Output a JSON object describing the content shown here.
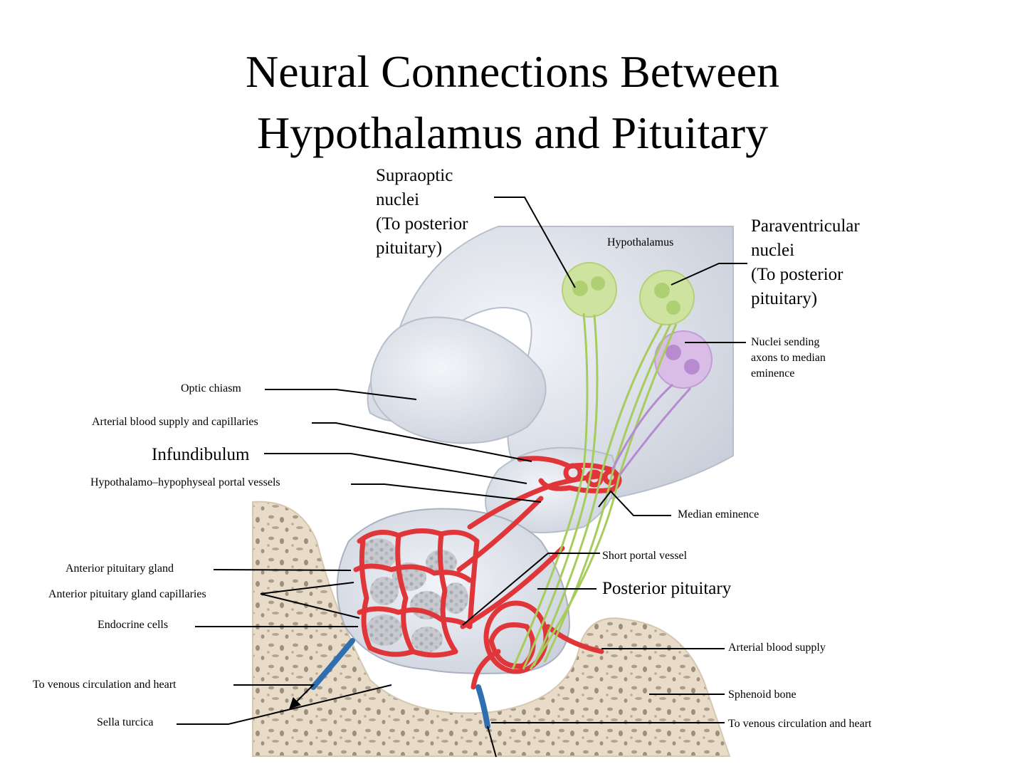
{
  "title": {
    "line1": "Neural Connections Between",
    "line2": "Hypothalamus and Pituitary"
  },
  "labels": {
    "supraoptic": [
      "Supraoptic",
      "nuclei",
      "(To posterior",
      "pituitary)"
    ],
    "paraventricular": [
      "Paraventricular",
      "nuclei",
      "(To posterior",
      "pituitary)"
    ],
    "hypothalamus": "Hypothalamus",
    "nuclei_median": [
      "Nuclei sending",
      "axons to median",
      "eminence"
    ],
    "optic_chiasm": "Optic chiasm",
    "arterial_capillaries": "Arterial blood supply and capillaries",
    "infundibulum": "Infundibulum",
    "portal_vessels": "Hypothalamo–hypophyseal portal vessels",
    "median_eminence": "Median eminence",
    "short_portal": "Short portal vessel",
    "posterior_pituitary": "Posterior pituitary",
    "anterior_gland": "Anterior pituitary gland",
    "anterior_capillaries": "Anterior pituitary gland capillaries",
    "endocrine_cells": "Endocrine cells",
    "arterial_supply": "Arterial blood supply",
    "sphenoid": "Sphenoid bone",
    "venous_left": "To venous circulation and heart",
    "venous_right": "To venous circulation and heart",
    "sella_turcica": "Sella turcica"
  },
  "colors": {
    "brain": "#dde1ea",
    "bone": "#e8dcc8",
    "vessel": "#e0363a",
    "vein": "#2f6fb0",
    "nucleus_green": "#cfe3a0",
    "nucleus_purple": "#d9bde6",
    "axon_green": "#a6cc5c",
    "axon_purple": "#b58ad0"
  }
}
